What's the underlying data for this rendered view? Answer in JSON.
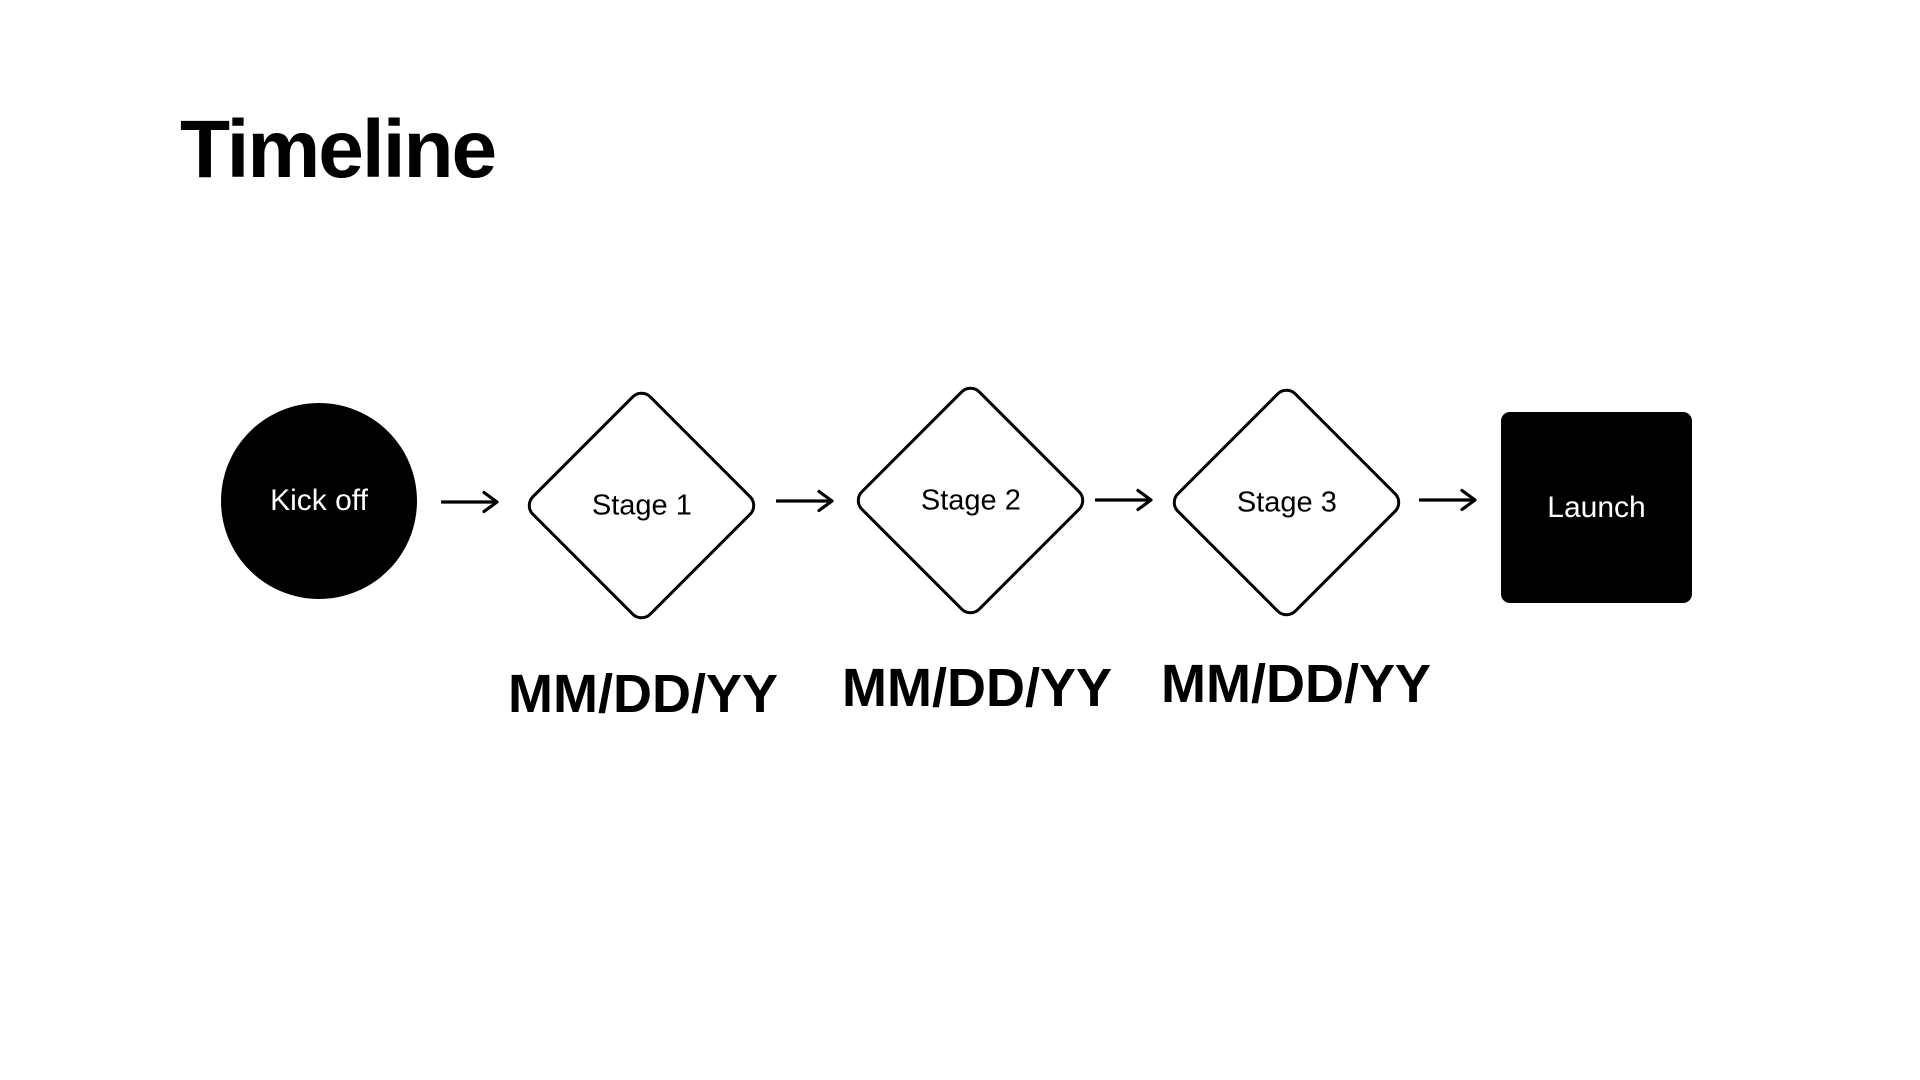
{
  "page": {
    "title": "Timeline",
    "background": "#ffffff",
    "ink": "#000000"
  },
  "flow": {
    "start": {
      "label": "Kick off",
      "shape": "circle",
      "fill": "#000000",
      "text_color": "#ffffff"
    },
    "stages": [
      {
        "label": "Stage 1",
        "date": "MM/DD/YY"
      },
      {
        "label": "Stage 2",
        "date": "MM/DD/YY"
      },
      {
        "label": "Stage 3",
        "date": "MM/DD/YY"
      }
    ],
    "end": {
      "label": "Launch",
      "shape": "rounded-square",
      "fill": "#000000",
      "text_color": "#ffffff"
    },
    "connector": "arrow-right"
  }
}
